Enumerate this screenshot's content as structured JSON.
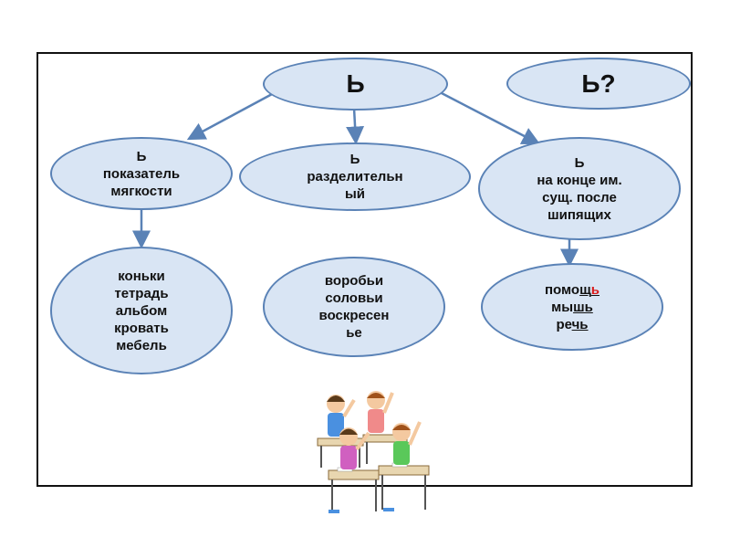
{
  "diagram": {
    "root": {
      "label": "Ь"
    },
    "question": {
      "label": "Ь?"
    },
    "categories": [
      {
        "lines": [
          "Ь",
          "показатель",
          "мягкости"
        ]
      },
      {
        "lines": [
          "Ь",
          "разделительн",
          "ый"
        ]
      },
      {
        "lines": [
          "Ь",
          "на конце им.",
          "сущ. после",
          "шипящих"
        ]
      }
    ],
    "examples": [
      {
        "words": [
          "коньки",
          "тетрадь",
          "альбом",
          "кровать",
          "мебель"
        ]
      },
      {
        "words": [
          "воробьи",
          "соловьи",
          "воскресен",
          "ье"
        ]
      },
      {
        "words": [
          {
            "pre": "помо",
            "under": "щ",
            "red": "ь"
          },
          {
            "pre": "мы",
            "under": "шь",
            "red": ""
          },
          {
            "pre": "ре",
            "under": "чь",
            "red": ""
          }
        ]
      }
    ],
    "colors": {
      "oval_fill": "#d9e5f4",
      "oval_border": "#5a82b6",
      "arrow": "#5a82b6",
      "soft_sign_highlight": "#d91a1a"
    }
  }
}
